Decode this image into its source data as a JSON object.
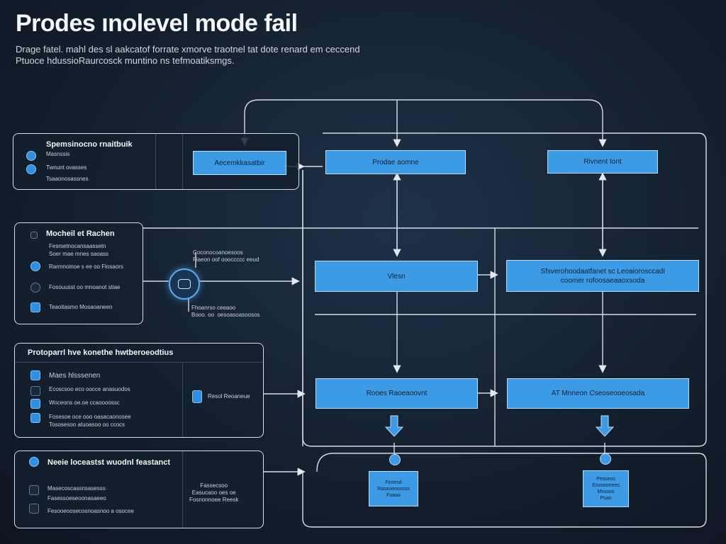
{
  "header": {
    "title": "Prodes ınolevel mode fail",
    "subtitle_line1": "Drage fatel. mahl des sl aakcatof forrate xmorve traotnel tat dote renard em ceccend",
    "subtitle_line2": "Ptuoce hdussioRaurcosck muntino ns tefmoatiksmgs."
  },
  "panels": {
    "panel1": {
      "title": "Spemsinocno rnaitbuik",
      "rows": [
        "Masnssis",
        "Twnunt ovasses",
        "Tsaaonosassnes"
      ]
    },
    "panel2": {
      "title": "Mocheil et Rachen",
      "rows": [
        "Fesrsetnocansaassetn",
        "Soer mae mnes saoass",
        "Rarmnoinoe s ee oo Flosaors",
        "Fosouusst oo mnoanot stiae",
        "Teaoitasmo Mosaoaneen"
      ]
    },
    "panel3": {
      "title": "Protoparrl hve konethe hwtberoeodtius",
      "rows": [
        "Maes hlsssenen",
        "Ecoscsoo eco oocce anasuodos",
        "Woceons oe.oe ccaoooossc",
        "Fosesoe oce ooo oasacaonosee",
        "Tososesoo atuoasoo oo ccocs"
      ],
      "right_label": "Resol Reoaneue"
    },
    "panel4": {
      "title": "Neeie loceastst wuodnl feastanct",
      "rows": [
        "Masecoscassnsasesss",
        "Fasessoeseoonasaeeo",
        "Fesooeoosecosnoasnoo a osocee"
      ],
      "right_label": "Fassecsoo\nEasucaoo oes oe\nFosnonnoee Reesk"
    }
  },
  "flow": {
    "box_a": "Aecemkkasatbir",
    "box_b": "Prodae aomne",
    "box_c": "Rivnent tont",
    "box_d": "Vlesn",
    "box_e": "Sfsverohoodaatfanet sc Leoaiorosccadl\ncoomer rofoosaeaaoxsoda",
    "box_f": "Rooes Raoeaoovnt",
    "box_g": "AT  Mnneon Cseoseooeosada",
    "small_left": "Fonesd\nRasaseoossss\nFoaaa",
    "small_right": "Pesseos\nEossoonees\nMssoos\nPoas",
    "hub_note_top": "Coconocoanoesoos\nFiaeon oof oooccccc eeud",
    "hub_note_bottom": "Fhoanrso ceeaoo\nBooo. oo  oesoasoasoosos"
  },
  "colors": {
    "accent": "#3d9be6",
    "background": "#14202f",
    "line": "#d7dde4"
  }
}
